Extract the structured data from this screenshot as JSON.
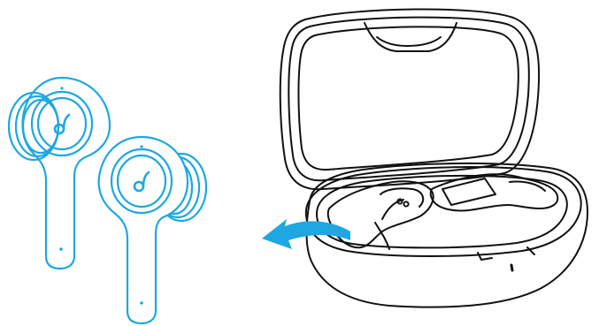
{
  "illustration": {
    "earbuds": {
      "count": 2,
      "icon": "audio-note-logo-icon",
      "color": "#1ea7e1"
    },
    "case": {
      "state": "open",
      "color": "#111111"
    },
    "arrow": {
      "icon": "curved-arrow-left-icon",
      "direction": "left",
      "color": "#1ea7e1"
    }
  }
}
